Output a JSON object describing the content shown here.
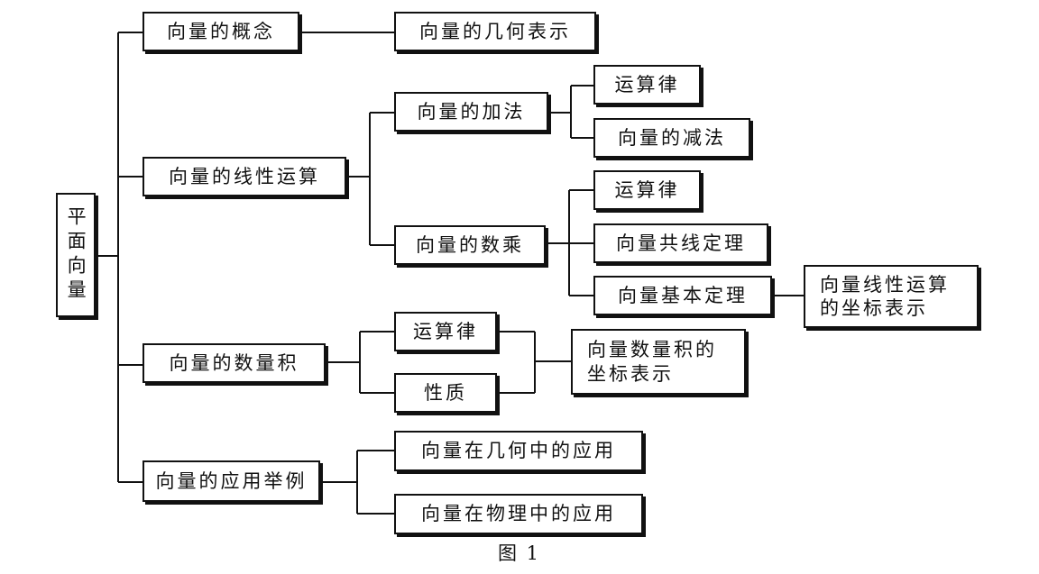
{
  "root": {
    "label": "平面向量"
  },
  "concept": {
    "label": "向量的概念",
    "child": "向量的几何表示"
  },
  "linear": {
    "label": "向量的线性运算",
    "add": {
      "label": "向量的加法",
      "children": [
        "运算律",
        "向量的减法"
      ]
    },
    "scalar": {
      "label": "向量的数乘",
      "children": [
        "运算律",
        "向量共线定理",
        "向量基本定理"
      ],
      "coord": "向量线性运算的坐标表示"
    }
  },
  "dot": {
    "label": "向量的数量积",
    "children": [
      "运算律",
      "性质"
    ],
    "coord": "向量数量积的坐标表示"
  },
  "apply": {
    "label": "向量的应用举例",
    "children": [
      "向量在几何中的应用",
      "向量在物理中的应用"
    ]
  },
  "caption": "图 1",
  "colors": {
    "line": "#111111",
    "box_border": "#111111",
    "background": "#ffffff"
  }
}
